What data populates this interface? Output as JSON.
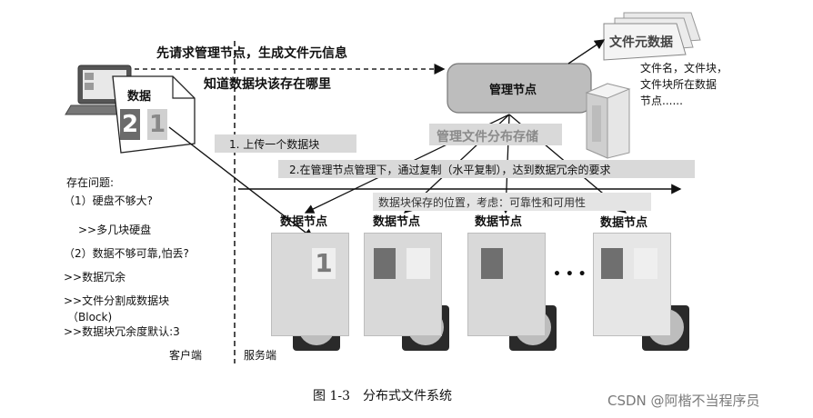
{
  "client_area": {
    "data_card_label": "数据",
    "block_2": "2",
    "block_1": "1",
    "problems_title": "存在问题:",
    "problem_1": "（1）硬盘不够大?",
    "solution_1": ">>多几块硬盘",
    "problem_2": "（2）数据不够可靠,怕丢?",
    "solution_2a": ">>数据冗余",
    "solution_2b": ">>文件分割成数据块",
    "solution_2b_cont": "（Block)",
    "solution_2c": ">>数据块冗余度默认:3",
    "client_label": "客户端"
  },
  "server_area": {
    "server_label": "服务端",
    "step_request": "先请求管理节点，生成文件元信息",
    "step_know": "知道数据块该存在哪里",
    "manager_node": "管理节点",
    "manager_storage": "管理文件分布存储",
    "metadata_title": "文件元数据",
    "metadata_detail": [
      "文件名，文件块，",
      "文件块所在数据",
      "节点......"
    ],
    "step_1": "1. 上传一个数据块",
    "step_2": "2.在管理节点管理下，通过复制（水平复制），达到数据冗余的要求",
    "step_3": "数据块保存的位置，考虑：可靠性和可用性",
    "data_node_label": "数据节点",
    "data_nodes": [
      "数据节点",
      "数据节点",
      "数据节点",
      "数据节点"
    ],
    "node1_block": "1",
    "ellipsis": "• • •"
  },
  "caption": "图 1-3　分布式文件系统",
  "watermark": "CSDN @阿楷不当程序员"
}
